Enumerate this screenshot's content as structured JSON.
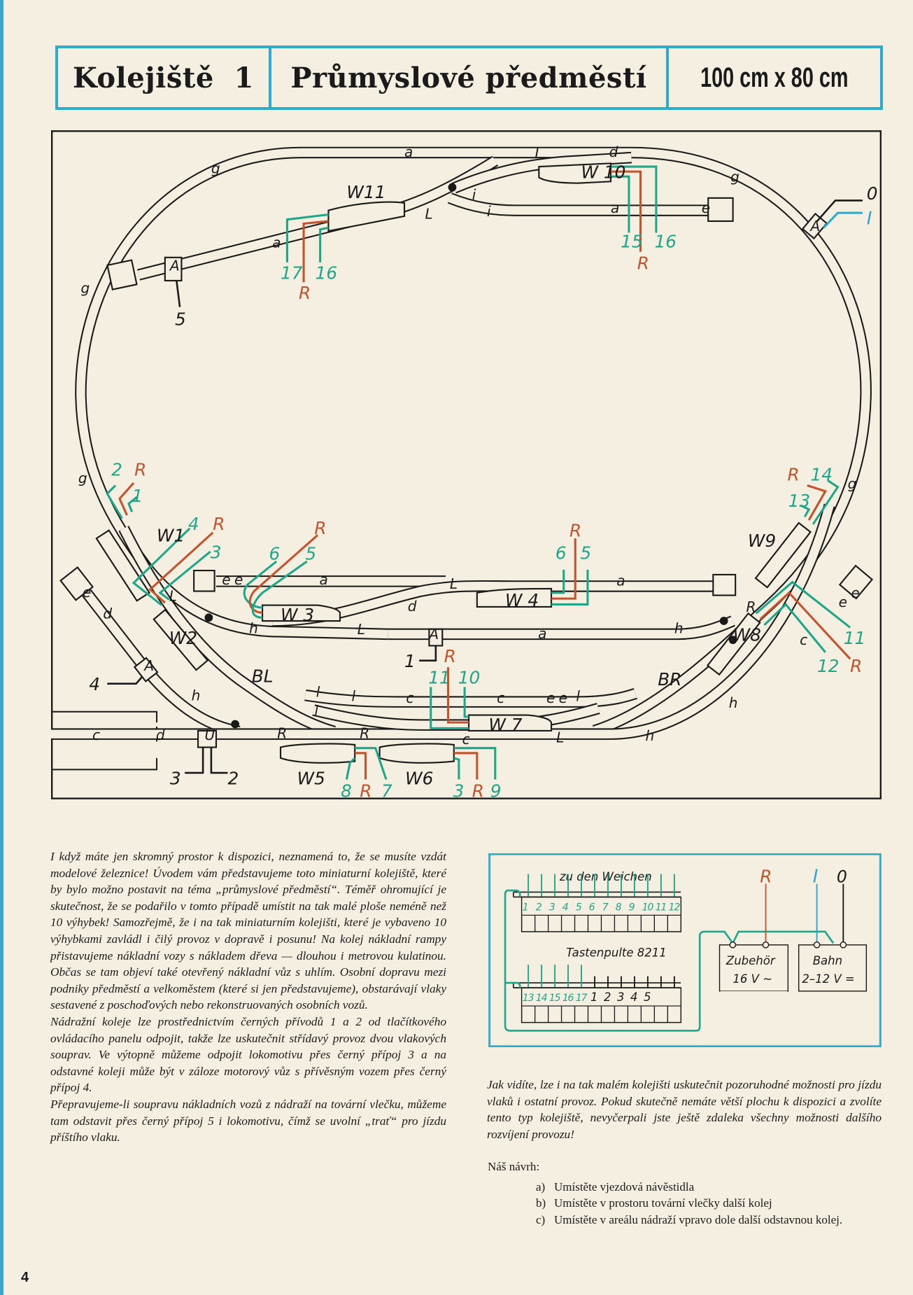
{
  "header": {
    "layout_name": "Kolejiště  1",
    "layout_title": "Průmyslové předměstí",
    "layout_size": "100 cm x 80 cm"
  },
  "diagram": {
    "labels": [
      "a",
      "L",
      "d",
      "W 10",
      "g",
      "0",
      "I",
      "A",
      "i",
      "i",
      "a",
      "e",
      "15",
      "16",
      "R",
      "W11",
      "L",
      "a",
      "17",
      "16",
      "R",
      "A",
      "5",
      "g",
      "g",
      "2",
      "R",
      "1",
      "g",
      "W1",
      "4",
      "R",
      "3",
      "6",
      "5",
      "R",
      "e",
      "e",
      "a",
      "L",
      "W2",
      "W 3",
      "h",
      "d",
      "L",
      "L",
      "W 4",
      "6",
      "5",
      "R",
      "a",
      "a",
      "h",
      "A",
      "1",
      "R",
      "11",
      "10",
      "W 7",
      "c",
      "c",
      "e",
      "e",
      "l",
      "l",
      "l",
      "l",
      "BL",
      "h",
      "A",
      "4",
      "e",
      "d",
      "c",
      "d",
      "U",
      "3",
      "2",
      "R",
      "R",
      "c",
      "L",
      "W5",
      "8",
      "R",
      "7",
      "W6",
      "3",
      "R",
      "9",
      "BR",
      "h",
      "h",
      "W8",
      "R",
      "W9",
      "R",
      "14",
      "13",
      "g",
      "e",
      "e",
      "11",
      "R",
      "12",
      "c"
    ],
    "colors": {
      "accent_wire": "#1ea689",
      "return_wire": "#c4532b",
      "track_power": "#2aa8cf",
      "frame": "#2fa9cc"
    }
  },
  "panel": {
    "to_switches": "zu den Weichen",
    "keyboard_label": "Tastenpulte 8211",
    "row1_numbers": [
      "1",
      "2",
      "3",
      "4",
      "5",
      "6",
      "7",
      "8",
      "9",
      "10",
      "11",
      "12"
    ],
    "row2_numbers_green": [
      "13",
      "14",
      "15",
      "16",
      "17"
    ],
    "row2_numbers_black": [
      "1",
      "2",
      "3",
      "4",
      "5"
    ],
    "terminal_R": "R",
    "terminal_I": "I",
    "terminal_0": "0",
    "transformer_accessory": "Zubehör",
    "transformer_accessory_voltage": "16 V ~",
    "transformer_track": "Bahn",
    "transformer_track_voltage": "2–12 V ="
  },
  "left_text": {
    "p1": "I když máte jen skromný prostor k dispozici, neznamená to, že se musíte vzdát modelové železnice! Úvodem vám představujeme toto miniaturní kolejiště, které by bylo možno postavit na téma „průmyslové předměstí“. Téměř ohromující je skutečnost, že se podařilo v tomto případě umístit na tak malé ploše neméně než 10 výhybek! Samozřejmě, že i na tak miniaturním kolejišti, které je vybaveno 10 výhybkami zavládl i čilý provoz v dopravě i posunu! Na kolej nákladní rampy přistavujeme nákladní vozy s nákladem dřeva — dlouhou i metrovou kulatinou. Občas se tam objeví také otevřený nákladní vůz s uhlím. Osobní dopravu mezi podniky předměstí a velkoměstem (které si jen představujeme), obstarávají vlaky sestavené z poschoďových nebo rekonstruovaných osobních vozů.",
    "p2": "Nádražní koleje lze prostřednictvím černých přívodů 1 a 2 od tlačítkového ovládacího panelu odpojit, takže lze uskutečnit střídavý provoz dvou vlakových souprav. Ve výtopně můžeme odpojit lokomotivu přes černý přípoj 3 a na odstavné koleji může být v záloze motorový vůz s přívěsným vozem přes černý přípoj 4.",
    "p3": "Přepravujeme-li soupravu nákladních vozů z nádraží na tovární vlečku, můžeme tam odstavit přes černý přípoj 5 i lokomotivu, čímž se uvolní „trať“ pro jízdu příštího vlaku."
  },
  "right_text": {
    "p1": "Jak vidíte, lze i na tak malém kolejišti uskutečnit pozoruhodné možnosti pro jízdu vlaků i ostatní provoz. Pokud skutečně nemáte větší plochu k dispozici a zvolíte tento typ kolejiště, nevyčerpali jste ještě zdaleka všechny možnosti dalšího rozvíjení provozu!"
  },
  "proposal": {
    "title": "Náš návrh:",
    "items": [
      {
        "marker": "a)",
        "text": "Umístěte vjezdová návěstidla"
      },
      {
        "marker": "b)",
        "text": "Umístěte v prostoru tovární vlečky další kolej"
      },
      {
        "marker": "c)",
        "text": "Umístěte v areálu nádraží vpravo dole další odstavnou kolej."
      }
    ]
  },
  "page_number": "4"
}
